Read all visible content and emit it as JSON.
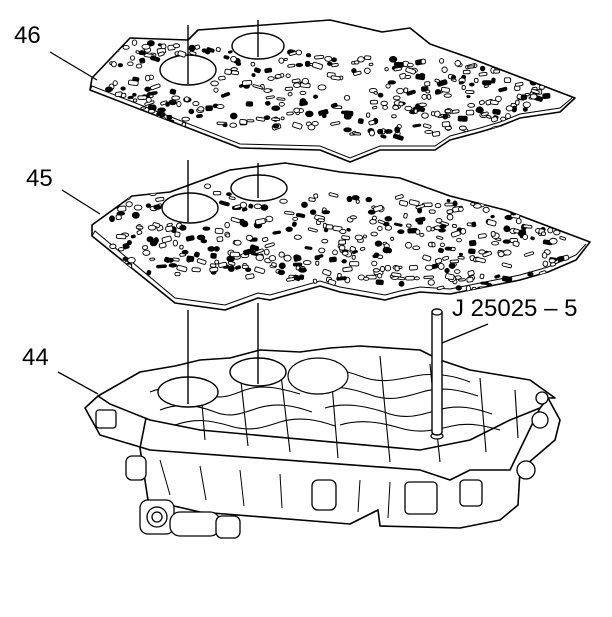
{
  "callouts": {
    "upper_gasket": "46",
    "spacer_plate": "45",
    "valve_body": "44",
    "tool": "J 25025 – 5"
  },
  "colors": {
    "line": "#000000",
    "fill": "#ffffff"
  }
}
